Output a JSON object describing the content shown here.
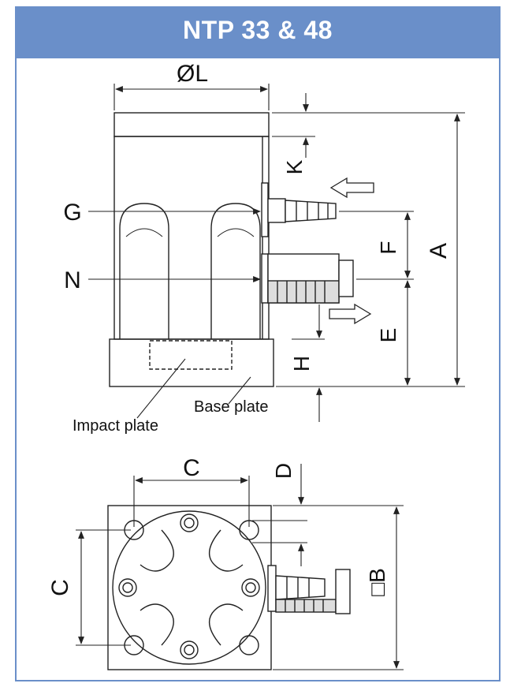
{
  "title": "NTP 33 & 48",
  "labels": {
    "diameter_L": "ØL",
    "K": "K",
    "G": "G",
    "N": "N",
    "F": "F",
    "A": "A",
    "E": "E",
    "H": "H",
    "C_top": "C",
    "C_side": "C",
    "D": "D",
    "B": "□B",
    "base_plate": "Base plate",
    "impact_plate": "Impact plate"
  },
  "colors": {
    "frame": "#6a8fc9",
    "line": "#222222",
    "header_text": "#ffffff"
  }
}
